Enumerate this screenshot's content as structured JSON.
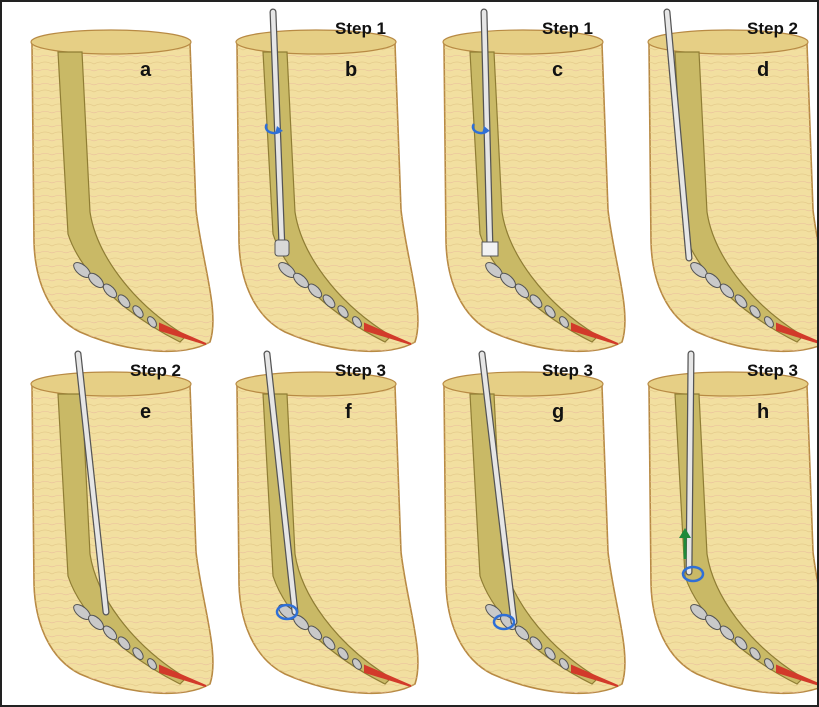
{
  "figure": {
    "panels": [
      {
        "letter": "a",
        "step": ""
      },
      {
        "letter": "b",
        "step": "Step 1"
      },
      {
        "letter": "c",
        "step": "Step 1"
      },
      {
        "letter": "d",
        "step": "Step 2"
      },
      {
        "letter": "e",
        "step": "Step 2"
      },
      {
        "letter": "f",
        "step": "Step 3"
      },
      {
        "letter": "g",
        "step": "Step 3"
      },
      {
        "letter": "h",
        "step": "Step 3"
      }
    ]
  },
  "colors": {
    "tooth": "#f2dfa0",
    "tooth_edge": "#b88a44",
    "tooth_top": "#e6cf85",
    "canal": "#c9b966",
    "canal_edge": "#8f7d34",
    "file": "#c9c9c9",
    "file_edge": "#555555",
    "apex": "#d23a2a",
    "wire": "#2f6fd6",
    "arrow": "#1f8a3a"
  }
}
